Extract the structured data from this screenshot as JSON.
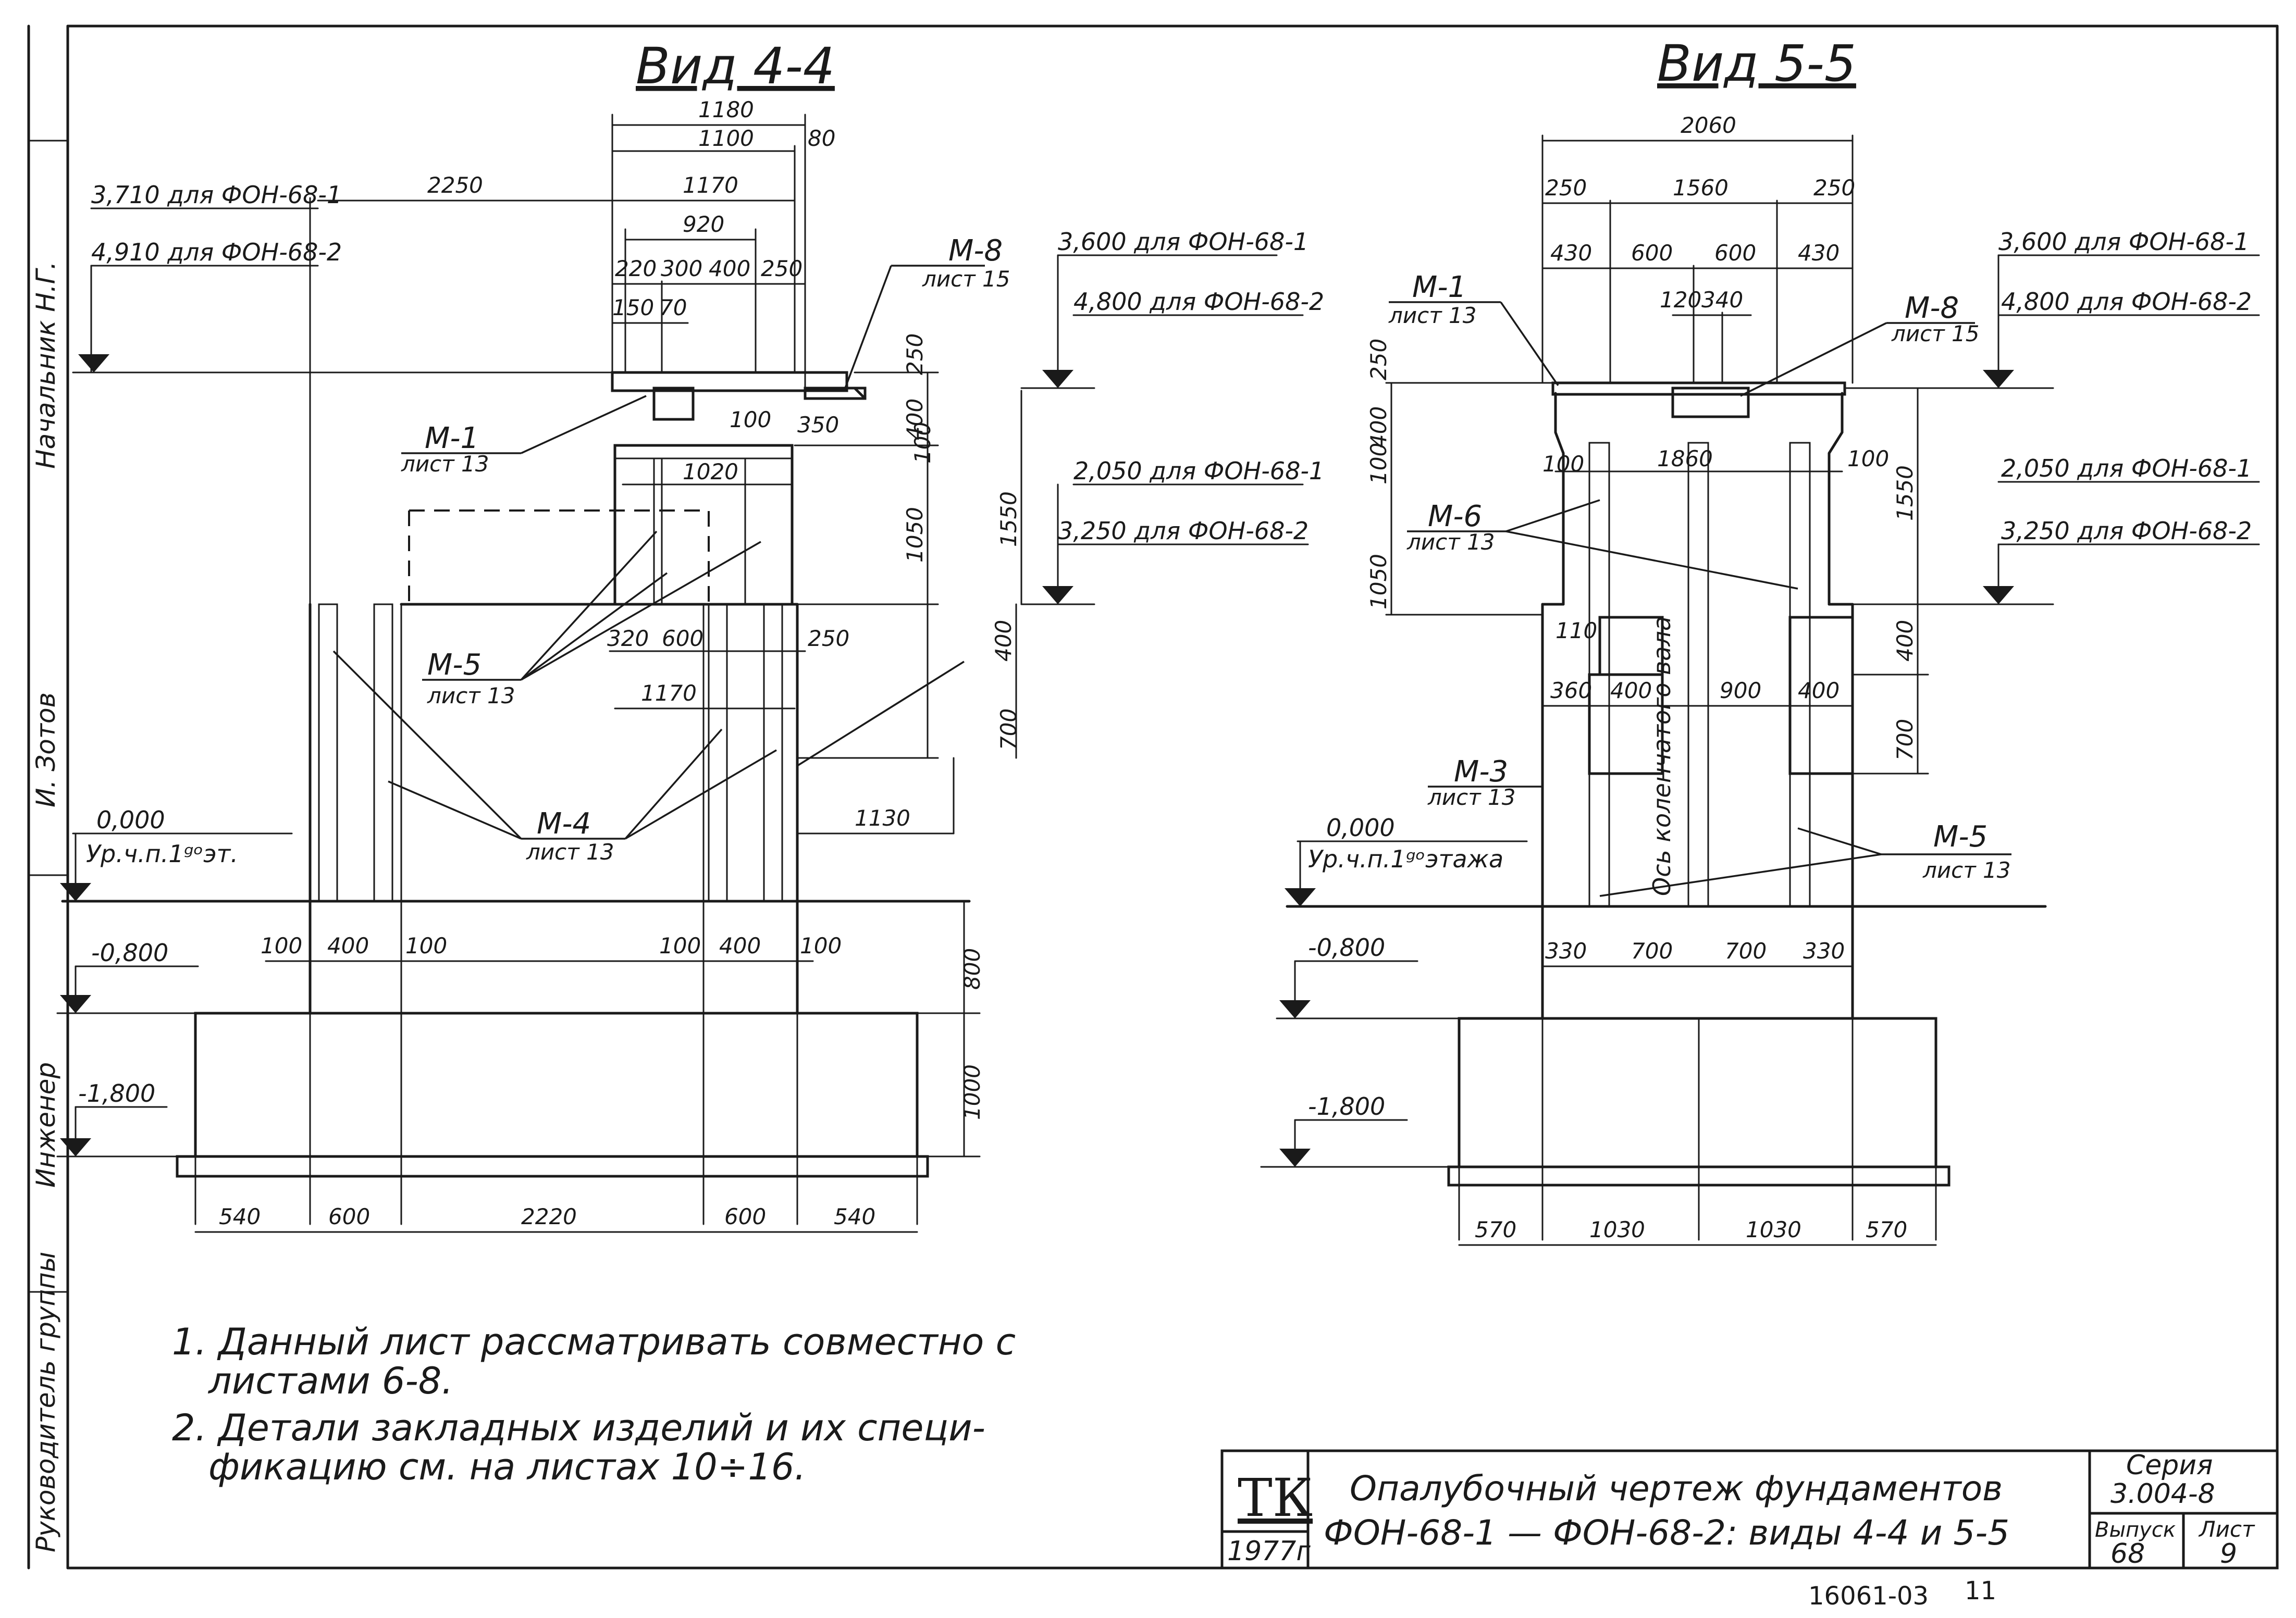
{
  "views": {
    "v44": {
      "title": "Вид 4-4",
      "levels": {
        "top_1": "3,710 для ФОН-68-1",
        "top_2": "4,910 для ФОН-68-2",
        "r1_1": "3,600 для ФОН-68-1",
        "r1_2": "4,800 для ФОН-68-2",
        "r2_1": "2,050 для ФОН-68-1",
        "r2_2": "3,250 для ФОН-68-2",
        "zero": "0,000",
        "zero_sub": "Ур.ч.п.1ᵍᵒэт.",
        "m08": "-0,800",
        "m18": "-1,800"
      },
      "dims": {
        "d1180": "1180",
        "d1100": "1100",
        "d80": "80",
        "d2250": "2250",
        "d1170": "1170",
        "d920": "920",
        "d220": "220",
        "d300": "300",
        "d400": "400",
        "d250": "250",
        "d150": "150",
        "d70": "70",
        "d250v": "250",
        "d400v": "400",
        "d100v": "100",
        "d1550": "1550",
        "d1050": "1050",
        "d100": "100",
        "d350": "350",
        "d1020": "1020",
        "d320": "320",
        "d600": "600",
        "d250b": "250",
        "d1170b": "1170",
        "d400vb": "400",
        "d700": "700",
        "d1130": "1130",
        "b100a": "100",
        "b400a": "400",
        "b100b": "100",
        "b100c": "100",
        "b400b": "400",
        "b100d": "100",
        "d800": "800",
        "d1000": "1000",
        "f540a": "540",
        "f600a": "600",
        "f2220": "2220",
        "f600b": "600",
        "f540b": "540"
      },
      "marks": {
        "m8": "М-8",
        "m8s": "лист 15",
        "m1": "М-1",
        "m1s": "лист 13",
        "m5": "М-5",
        "m5s": "лист 13",
        "m4": "М-4",
        "m4s": "лист 13"
      }
    },
    "v55": {
      "title": "Вид 5-5",
      "levels": {
        "r1_1": "3,600 для ФОН-68-1",
        "r1_2": "4,800 для ФОН-68-2",
        "r2_1": "2,050 для ФОН-68-1",
        "r2_2": "3,250 для ФОН-68-2",
        "zero": "0,000",
        "zero_sub": "Ур.ч.п.1ᵍᵒэтажа",
        "m08": "-0,800",
        "m18": "-1,800"
      },
      "dims": {
        "d2060": "2060",
        "d250a": "250",
        "d1560": "1560",
        "d250b": "250",
        "d430a": "430",
        "d600a": "600",
        "d600b": "600",
        "d430b": "430",
        "d120": "120",
        "d340": "340",
        "v250": "250",
        "v400": "400",
        "v100": "100",
        "v1050": "1050",
        "d100l": "100",
        "d1860": "1860",
        "d100r": "100",
        "d1550": "1550",
        "d110": "110",
        "d360": "360",
        "d400a": "400",
        "d900": "900",
        "d400b": "400",
        "d400v": "400",
        "d700v": "700",
        "b330a": "330",
        "b700a": "700",
        "b700b": "700",
        "b330b": "330",
        "f570a": "570",
        "f1030a": "1030",
        "f1030b": "1030",
        "f570b": "570"
      },
      "marks": {
        "m1": "М-1",
        "m1s": "лист 13",
        "m8": "М-8",
        "m8s": "лист 15",
        "m6": "М-6",
        "m6s": "лист 13",
        "m3": "М-3",
        "m3s": "лист 13",
        "m5": "М-5",
        "m5s": "лист 13"
      },
      "axis": "Ось коленчатого вала"
    }
  },
  "notes": [
    "1. Данный лист рассматривать совместно с",
    "листами 6-8.",
    "2. Детали закладных изделий и их специ-",
    "фикацию см. на листах 10÷16."
  ],
  "side_labels": {
    "a": "Начальник Н.Г.",
    "b": "И. Зотов",
    "c": "Инженер",
    "d": "Руководитель группы"
  },
  "title_block": {
    "logo": "ТК",
    "year": "1977г",
    "title_line1": "Опалубочный чертеж фундаментов",
    "title_line2": "ФОН-68-1 — ФОН-68-2: виды 4-4 и 5-5",
    "series_label": "Серия",
    "series_value": "3.004-8",
    "issue_label": "Выпуск",
    "issue_value": "68",
    "sheet_label": "Лист",
    "sheet_value": "9"
  },
  "stamp": "16061-03",
  "stamp_page": "11"
}
